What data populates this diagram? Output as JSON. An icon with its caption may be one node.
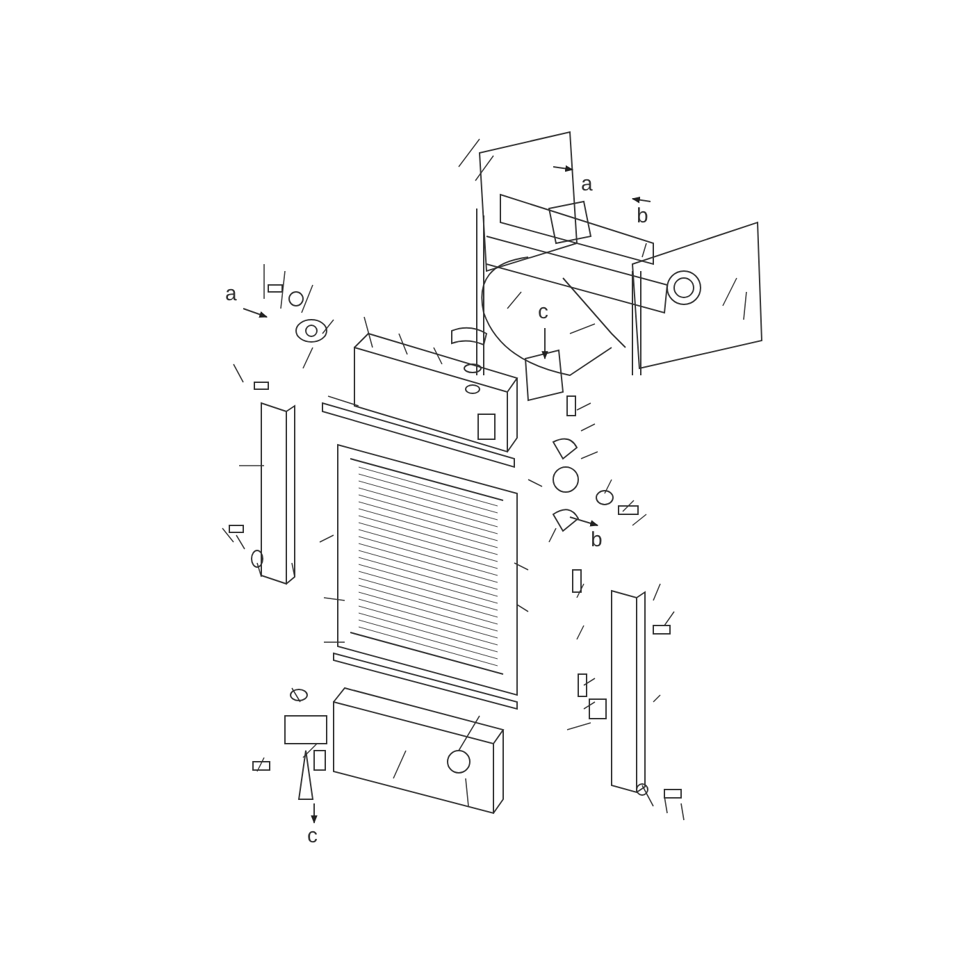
{
  "diagram": {
    "labels": [
      "a",
      "b",
      "a",
      "c",
      "b",
      "c"
    ]
  }
}
